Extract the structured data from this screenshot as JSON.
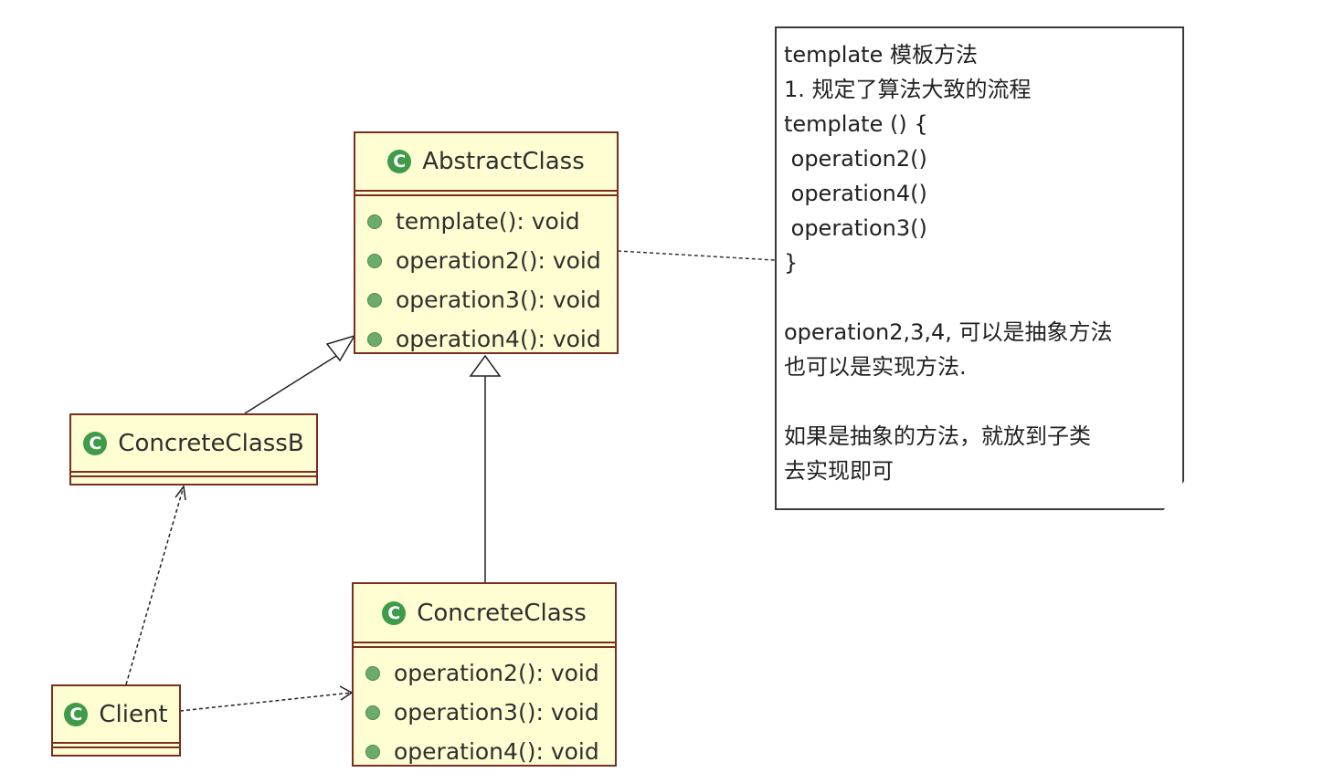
{
  "classes": {
    "abstract": {
      "name": "AbstractClass",
      "icon": "class-c-icon",
      "operations": [
        "template(): void",
        "operation2(): void",
        "operation3(): void",
        "operation4(): void"
      ]
    },
    "concrete_b": {
      "name": "ConcreteClassB",
      "icon": "class-c-icon"
    },
    "concrete": {
      "name": "ConcreteClass",
      "icon": "class-c-icon",
      "operations": [
        "operation2(): void",
        "operation3(): void",
        "operation4(): void"
      ]
    },
    "client": {
      "name": "Client",
      "icon": "class-c-icon"
    }
  },
  "icon_letter": "C",
  "note": {
    "lines": [
      "template 模板方法",
      "1. 规定了算法大致的流程",
      "template () {",
      " operation2()",
      " operation4()",
      " operation3()",
      "}",
      "",
      "operation2,3,4, 可以是抽象方法",
      "也可以是实现方法.",
      "",
      "如果是抽象的方法，就放到子类",
      "去实现即可"
    ]
  },
  "colors": {
    "class_fill": "#fefed2",
    "class_border": "#7a2e22",
    "icon_green": "#3f9b4a",
    "dot_green": "#6daa6d"
  }
}
